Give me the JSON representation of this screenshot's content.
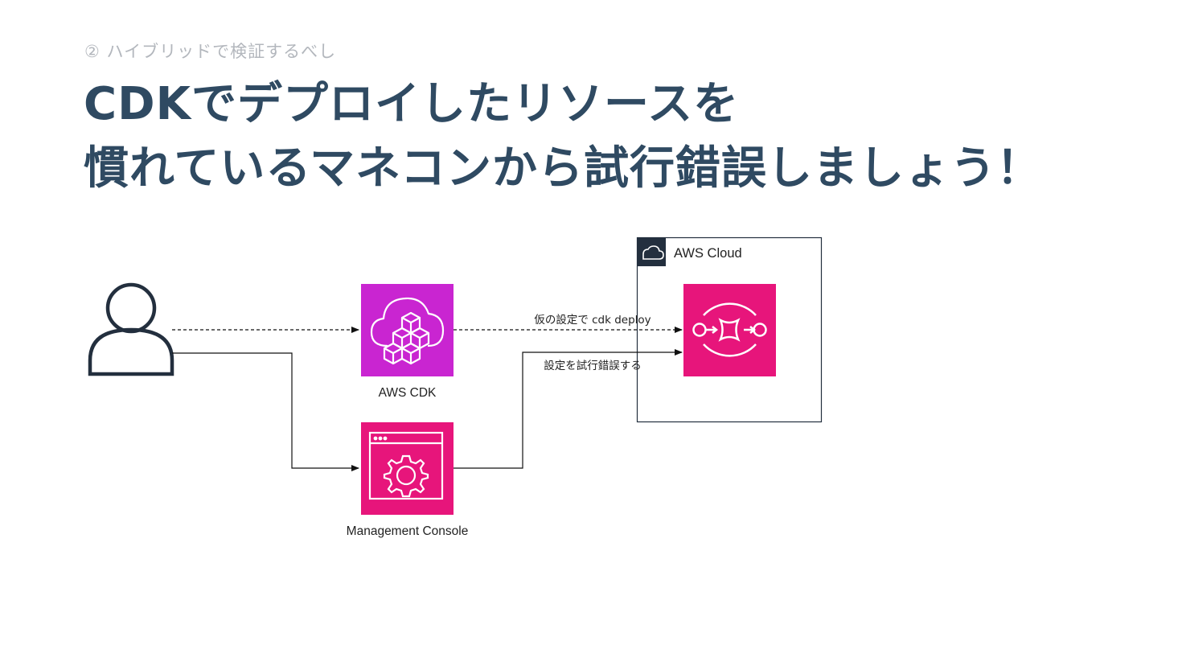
{
  "slide": {
    "subtitle": "② ハイブリッドで検証するべし",
    "title_line1": "CDKでデプロイしたリソースを",
    "title_line2": "慣れているマネコンから試行錯誤しましょう！"
  },
  "diagram": {
    "nodes": {
      "user": {
        "icon": "user-icon"
      },
      "cdk": {
        "label": "AWS CDK",
        "icon": "cdk-cloud-cubes-icon",
        "color": "#c925d1"
      },
      "console": {
        "label": "Management Console",
        "icon": "console-gear-icon",
        "color": "#e7157b"
      },
      "cloud": {
        "label": "AWS Cloud",
        "icon": "cloud-icon",
        "color": "#232f3e"
      },
      "service": {
        "icon": "step-functions-icon",
        "color": "#e7157b"
      }
    },
    "edges": {
      "deploy_label": "仮の設定で cdk deploy",
      "trial_label": "設定を試行錯誤する"
    }
  }
}
